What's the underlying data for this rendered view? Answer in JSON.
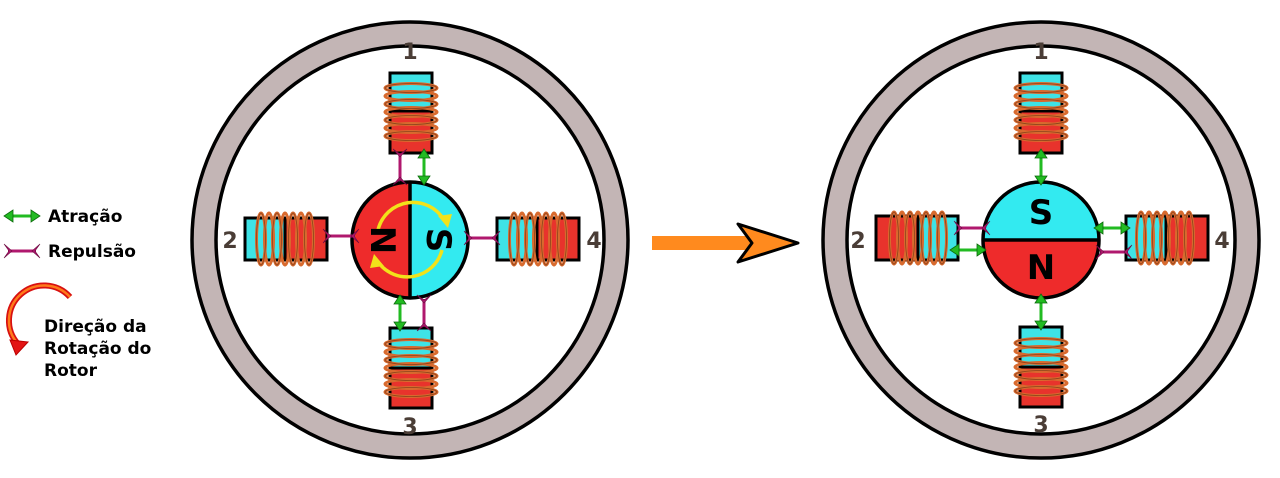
{
  "legend": {
    "attraction": "Atração",
    "repulsion": "Repulsão",
    "rotation": [
      "Direção da",
      "Rotação do",
      "Rotor"
    ]
  },
  "motors": [
    {
      "coils": [
        "1",
        "2",
        "3",
        "4"
      ],
      "rotor": {
        "north": "N",
        "south": "S"
      }
    },
    {
      "coils": [
        "1",
        "2",
        "3",
        "4"
      ],
      "rotor": {
        "north": "N",
        "south": "S"
      }
    }
  ],
  "colors": {
    "ring": "#c3b5b5",
    "north": "#ee2b2b",
    "south": "#33eaf0",
    "coil_wire": "#d86a2e",
    "attraction": "#22bb22",
    "repulsion": "#b0186e",
    "transition_arrow": "#ff8a1e"
  }
}
